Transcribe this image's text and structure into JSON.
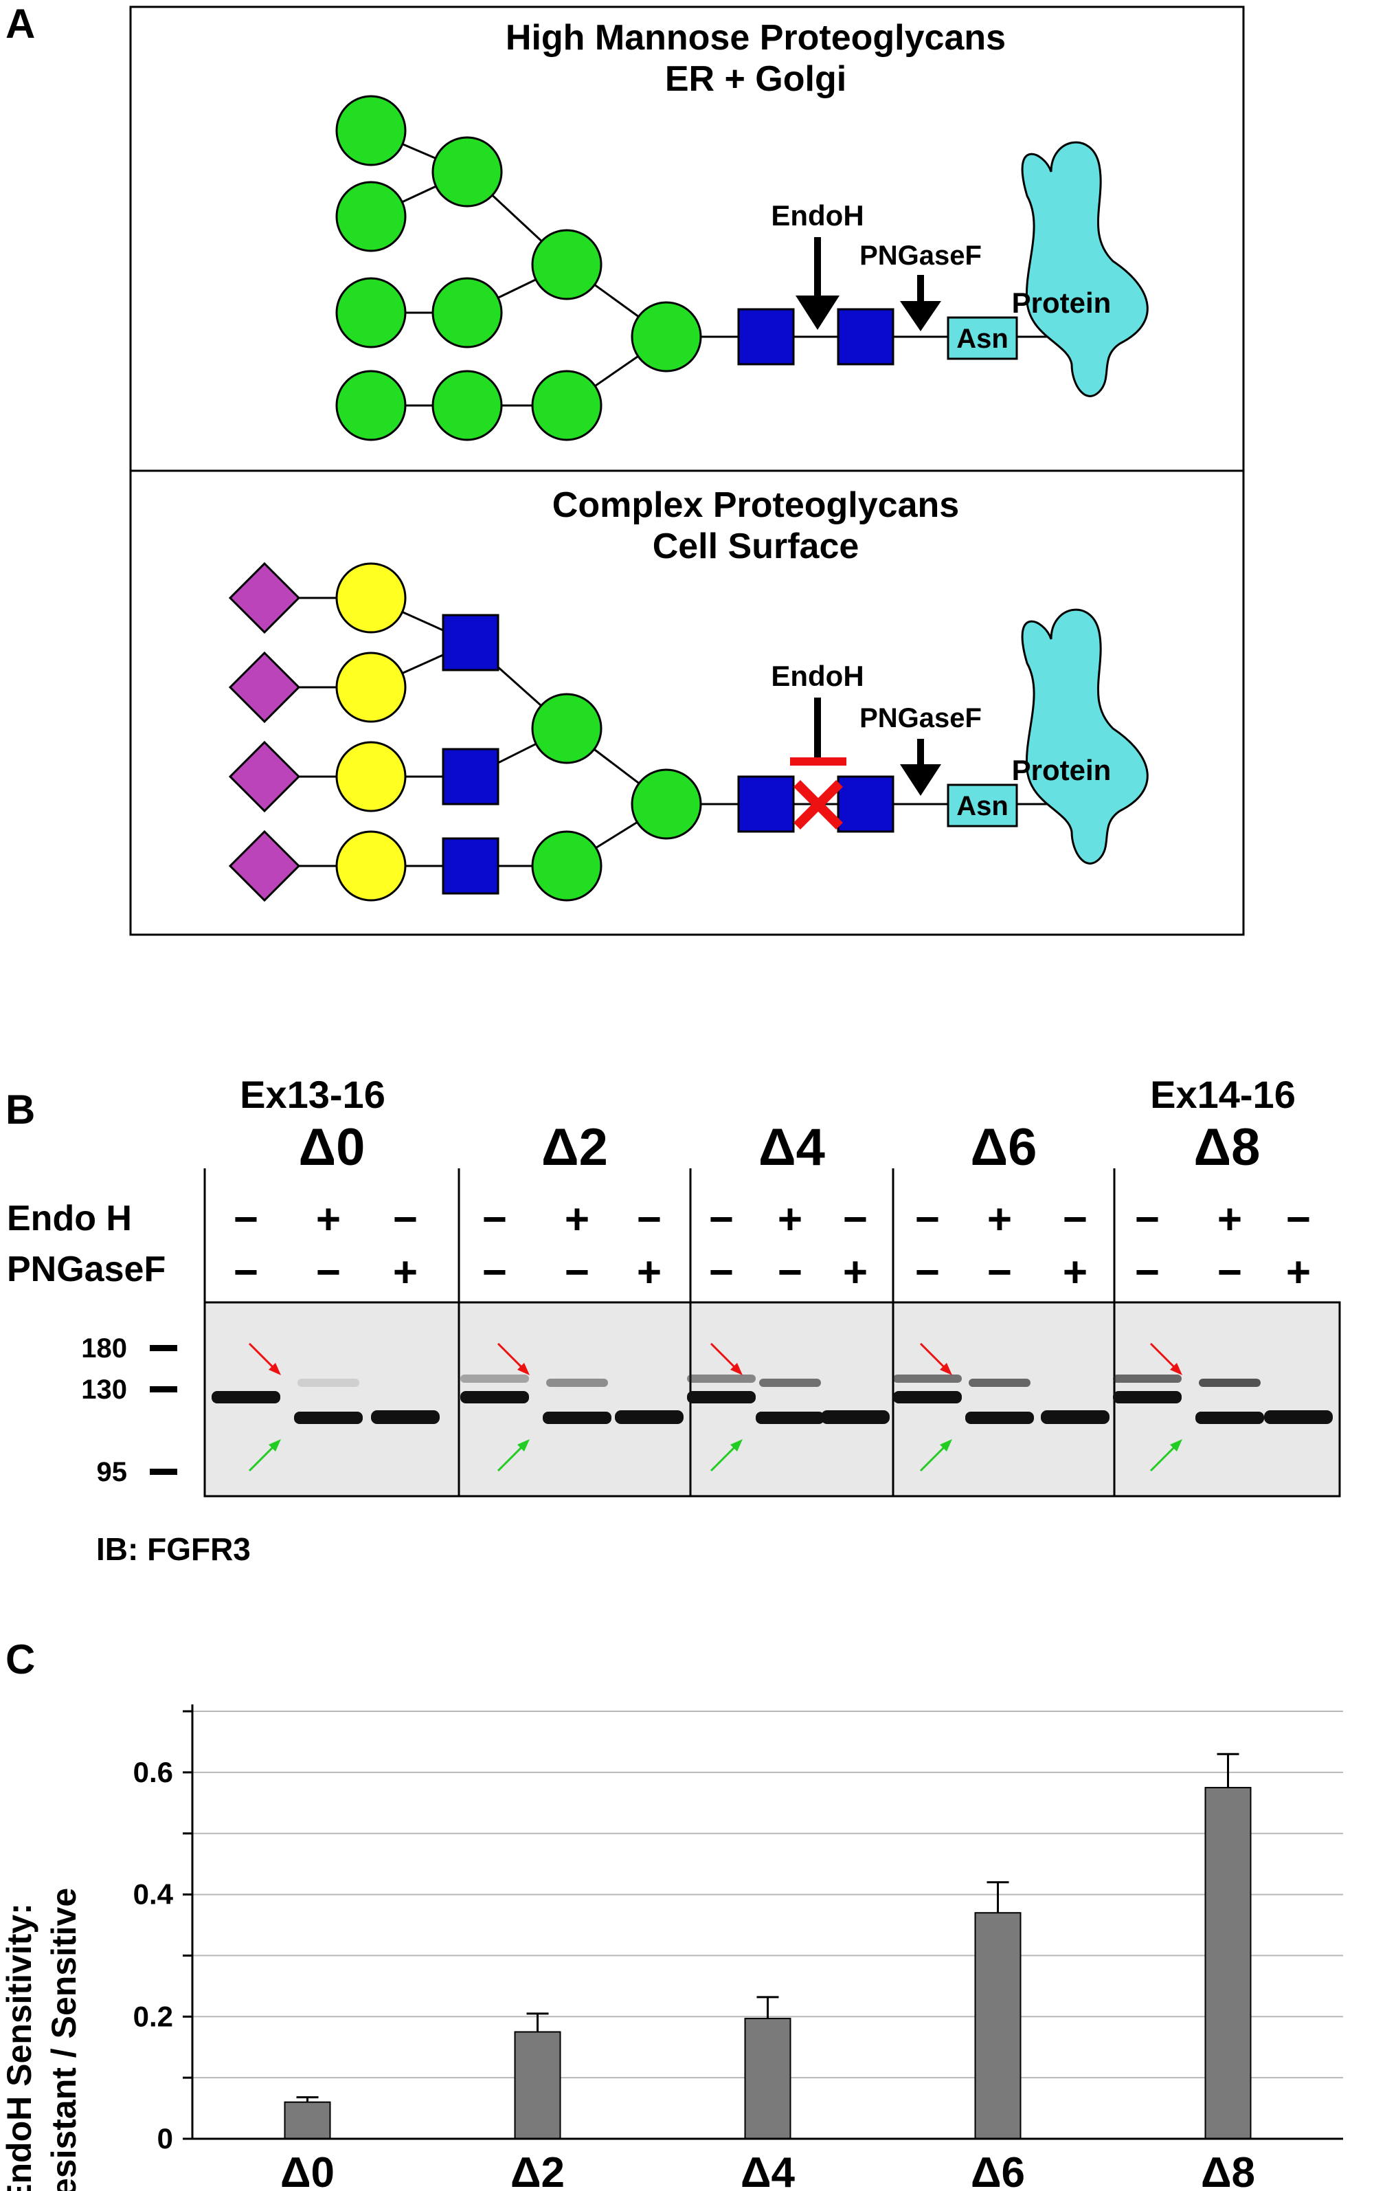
{
  "panel_a": {
    "letter": "A",
    "top_box": {
      "title": "High Mannose Proteoglycans",
      "subtitle": "ER + Golgi",
      "endoh": "EndoH",
      "pngasef": "PNGaseF",
      "asn": "Asn",
      "protein": "Protein"
    },
    "bottom_box": {
      "title": "Complex Proteoglycans",
      "subtitle": "Cell Surface",
      "endoh": "EndoH",
      "pngasef": "PNGaseF",
      "asn": "Asn",
      "protein": "Protein"
    },
    "colors": {
      "mannose": "#22dd22",
      "glcnac": "#0a0acc",
      "galactose": "#ffff22",
      "sialic": "#bb44bb",
      "protein": "#66e0e0",
      "block": "#ee1111"
    }
  },
  "panel_b": {
    "letter": "B",
    "construct_left": "Ex13-16",
    "construct_right": "Ex14-16",
    "groups": [
      "Δ0",
      "Δ2",
      "Δ4",
      "Δ6",
      "Δ8"
    ],
    "row_labels": {
      "endo_h": "Endo H",
      "pngasef": "PNGaseF"
    },
    "lanes": {
      "endo_h": [
        "−",
        "+",
        "−"
      ],
      "pngasef": [
        "−",
        "−",
        "+"
      ]
    },
    "mw_markers": [
      "180",
      "130",
      "95"
    ],
    "blot_label": "IB: FGFR3",
    "arrow_colors": {
      "resistant": "#ee1111",
      "sensitive": "#22cc22"
    }
  },
  "panel_c": {
    "letter": "C",
    "ylabel_line1": "EndoH Sensitivity:",
    "ylabel_line2": "Resistant / Sensitive",
    "bar_color": "#7a7a7a"
  },
  "chart_data": {
    "type": "bar",
    "categories": [
      "Δ0",
      "Δ2",
      "Δ4",
      "Δ6",
      "Δ8"
    ],
    "values": [
      0.06,
      0.175,
      0.197,
      0.37,
      0.575
    ],
    "errors": [
      0.008,
      0.03,
      0.035,
      0.05,
      0.055
    ],
    "title": "",
    "xlabel": "",
    "ylabel": "EndoH Sensitivity: Resistant / Sensitive",
    "ylim": [
      0,
      0.7
    ],
    "yticks": [
      "0",
      "0.2",
      "0.4",
      "0.6"
    ],
    "ytick_values": [
      0,
      0.2,
      0.4,
      0.6
    ],
    "grid": true
  }
}
